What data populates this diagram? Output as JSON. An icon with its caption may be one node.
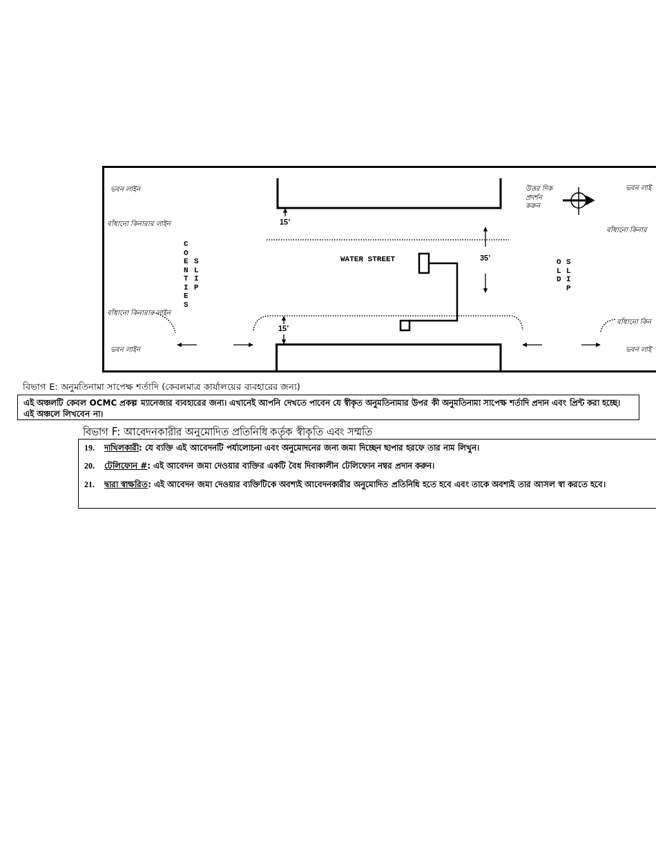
{
  "diagram": {
    "nodes": [
      {
        "text": [
          "বিভাগ E: অনুমতিনামা সাপেক্ষ শর্তাদি (কেবলমাত্র কার্যালয়ের ব্যবহারের জন্য)",
          "এই অঞ্চলটি কেবল OCMC প্রকল্প ম্যানেজার ব্যবহারের জন্য। এখানেই আপনি দেখতে পাবেন যে স্বীকৃত অনুমতিনামার উপর কী অনুমতিনামা সাপেক্ষ শর্তাদি প্রদান এবং প্রিন্ট করা হচ্ছে। এই অঞ্চলে লিখবেন না।"
        ]
      },
      {
        "text": [
          "বিভাগ F: আবেদনকারীর অনুমোদিত প্রতিনিধি কর্তৃক স্বীকৃতি এবং সম্মতি",
          "19. দাখিলকারী: যে ব্যক্তি এই আবেদনটি পর্যালোচনা এবং অনুমোদনের জন্য জমা দিচ্ছেন ছাপার হরফে তার নাম লিখুন।",
          "20. টেলিফোন #: এই আবেদন জমা দেওয়ার ব্যক্তির একটি বৈধ দিবাকালীন টেলিফোন নম্বর প্রদান করুন।",
          "21. দ্বারা স্বাক্ষরিত: এই আবেদন জমা দেওয়ার ব্যক্তিটিকে অবশ্যই আবেদনকারীর অনুমোদিত প্রতিনিধি হতে হবে এবং তাকে অবশ্যই তার আসল স্বা করতে হবে।"
        ]
      }
    ],
    "labels": [
      "ভবন লাইন",
      "15’",
      "উত্তর দিক প্রদর্শন করুন",
      "ভবন লাই",
      "বাঁধানো কিনারার লাইন",
      "বাঁধানো কিনার",
      "COENTIES",
      "SLIP",
      "WATER STREET",
      "35’",
      "OLD",
      "SLIP",
      "বাঁধানো কিনারার লাইন",
      "15’",
      "বাঁধানো কিন",
      "ভবন লাইন",
      "ভবন লাই"
    ]
  }
}
